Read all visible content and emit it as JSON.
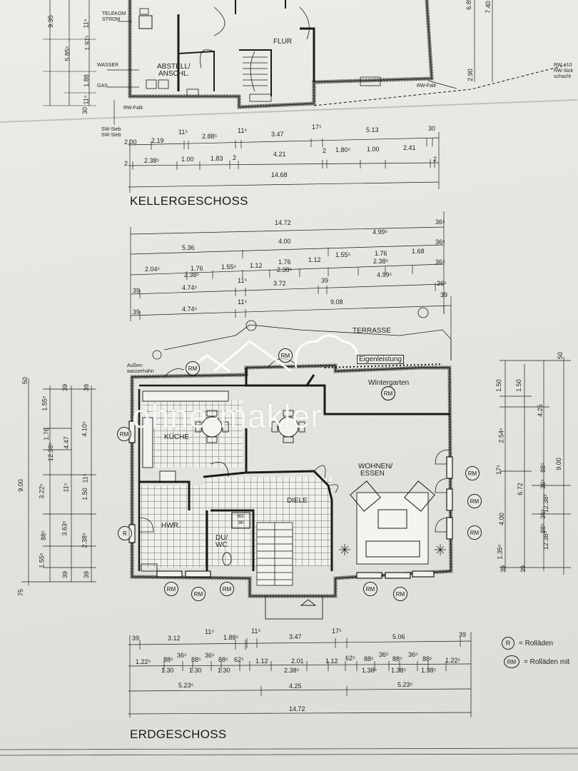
{
  "kellergeschoss": {
    "title": "KELLERGESCHOSS",
    "rooms": {
      "flur": "FLUR",
      "abstell": "ABSTELL/",
      "anschl": "ANSCHL.",
      "telekom": "TELEKOM",
      "strom": "STROM",
      "wasser": "WASSER",
      "gas": "GAS",
      "rw_fallr": "RW-Fallr.",
      "rw_fallr_right": "RW-Fallr.",
      "sw_sieb": "SW-Sieb",
      "sw_sieb2": "SW-Sieb",
      "rw_right1": "RW ø10",
      "rw_right2": "RW-Sick",
      "rw_right3": "schacht"
    },
    "dims_row1": [
      "2.00",
      "2.19",
      "11⁵",
      "2.88⁵",
      "11⁵",
      "3.47",
      "17⁵",
      "5.13",
      "30"
    ],
    "dims_row2": [
      "2",
      "2.38⁵",
      "1.00",
      "1.83",
      "2",
      "4.21",
      "2",
      "1.80⁵",
      "1.00",
      "2.41",
      "2"
    ],
    "dims_total": "14.68",
    "dims_left": [
      "9.35",
      "5.85⁵",
      "1.97⁵",
      "1.88",
      "11⁵",
      "11⁵",
      "30"
    ],
    "dims_right": [
      "6.89",
      "7.40",
      "2.90"
    ]
  },
  "erdgeschoss": {
    "title": "ERDGESCHOSS",
    "rooms": {
      "terrasse": "TERRASSE",
      "eigenleistung": "Eigenleistung",
      "wintergarten": "Wintergarten",
      "kueche": "KÜCHE",
      "wohnen": "WOHNEN/",
      "essen": "ESSEN",
      "diele": "DIELE",
      "hwr": "HWR.",
      "du": "DU/",
      "wc": "WC",
      "shower": "90/",
      "shower2": "90",
      "aussen1": "Außen-",
      "aussen2": "wasserhahn"
    },
    "top_dims": {
      "row1": [
        "14.72",
        "36⁵"
      ],
      "row2": [
        "5.36",
        "4.00",
        "4.99⁵",
        "36⁵"
      ],
      "row3": [
        "2.04⁵",
        "1.76",
        "1.55⁵",
        "1.12",
        "1.76",
        "1.12",
        "1.55⁵",
        "1.76",
        "1.68",
        "36⁵"
      ],
      "row3b": [
        "2.38⁵",
        "2.38⁵",
        "2.38⁵"
      ],
      "row4": [
        "39",
        "4.74⁵",
        "11⁵",
        "3.72",
        "39",
        "4.99⁵",
        "36⁵"
      ],
      "row5": [
        "39",
        "4.74⁵",
        "11⁵",
        "9.08",
        "39"
      ]
    },
    "bottom_dims": {
      "row1": [
        "39",
        "3.12",
        "11⁵",
        "1.88⁵",
        "11⁵",
        "3.47",
        "17⁵",
        "5.06",
        "39"
      ],
      "row2": [
        "1.22⁵",
        "88⁵",
        "36⁵",
        "88⁵",
        "36⁵",
        "88⁵",
        "62⁵",
        "1.12",
        "2.01",
        "1.12",
        "62⁵",
        "88⁵",
        "36⁵",
        "88⁵",
        "36⁵",
        "88⁵",
        "1.22⁵"
      ],
      "row2b": [
        "1.30",
        "1.30",
        "1.30",
        "2.38⁵",
        "1.38⁵",
        "1.38⁵",
        "1.38⁵"
      ],
      "row3": [
        "5.23⁵",
        "4.25",
        "5.23⁵"
      ],
      "total": "14.72"
    },
    "left_dims": [
      "9.00",
      "1.55⁵",
      "1.76",
      "12.38⁵",
      "3.22⁵",
      "88⁵",
      "1.55⁵",
      "75",
      "4.47",
      "11⁵",
      "3.63⁵",
      "11⁵",
      "4.10⁵",
      "1.50",
      "2.38⁵",
      "39",
      "39",
      "50",
      "39",
      "39"
    ],
    "right_dims": [
      "1.50",
      "2.54⁵",
      "17⁵",
      "4.00",
      "1.35⁵",
      "39",
      "1.50",
      "6.72",
      "39",
      "4.25",
      "9.00",
      "50",
      "88⁵",
      "36⁵",
      "12.38⁵",
      "88⁵",
      "36⁵",
      "12.38⁵"
    ],
    "shutter_marks": [
      "RM",
      "RM",
      "RM",
      "RM",
      "RM",
      "RM",
      "RM",
      "RM",
      "RM",
      "RM",
      "RM",
      "RM",
      "R"
    ]
  },
  "legend": {
    "r_symbol": "R",
    "r_text": "= Rolläden",
    "rm_symbol": "RM",
    "rm_text": "= Rolläden mit"
  },
  "watermark": "ohne-makler"
}
